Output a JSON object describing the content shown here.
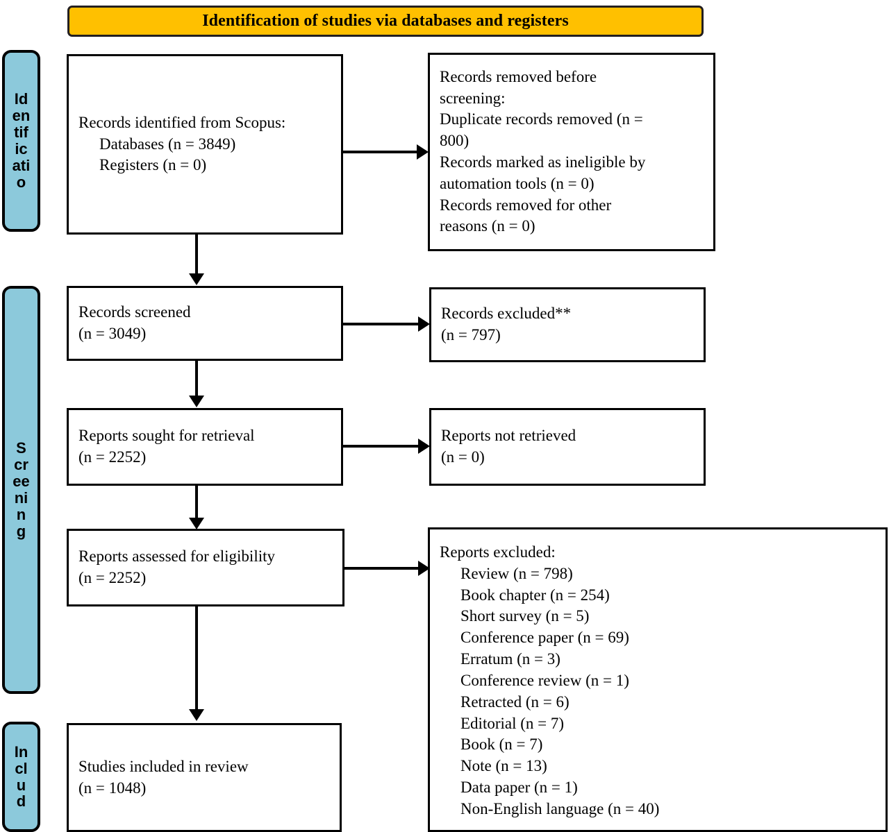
{
  "diagram": {
    "title": "Identification of studies via databases and registers",
    "colors": {
      "banner_fill": "#FFC000",
      "stage_fill": "#8CC9DB",
      "border": "#000000",
      "text": "#000000",
      "background": "#FFFFFF"
    }
  },
  "stages": {
    "identification": "Identificatio",
    "screening": "Screening",
    "included": "Includ"
  },
  "boxes": {
    "identified": {
      "lines": [
        "Records identified from Scopus:",
        "Databases (n = 3849)",
        "Registers (n = 0)"
      ]
    },
    "removed": {
      "lines": [
        "Records removed before",
        "screening:",
        "Duplicate records removed (n =",
        "800)",
        "Records marked as ineligible by",
        "automation tools (n = 0)",
        "Records removed for other",
        "reasons (n = 0)"
      ]
    },
    "screened": {
      "lines": [
        "Records screened",
        "(n = 3049)"
      ]
    },
    "records_excluded": {
      "lines": [
        "Records excluded**",
        "(n = 797)"
      ]
    },
    "sought": {
      "lines": [
        "Reports sought for retrieval",
        "(n = 2252)"
      ]
    },
    "not_retrieved": {
      "lines": [
        "Reports not retrieved",
        "(n = 0)"
      ]
    },
    "assessed": {
      "lines": [
        "Reports assessed for eligibility",
        "(n = 2252)"
      ]
    },
    "reports_excluded": {
      "heading": "Reports excluded:",
      "items": [
        "Review (n = 798)",
        "Book chapter (n = 254)",
        "Short survey (n = 5)",
        "Conference paper (n = 69)",
        "Erratum (n = 3)",
        "Conference review (n = 1)",
        "Retracted (n = 6)",
        "Editorial (n = 7)",
        "Book (n = 7)",
        "Note (n = 13)",
        "Data paper (n = 1)",
        "Non-English language (n = 40)"
      ]
    },
    "included": {
      "lines": [
        "Studies included in review",
        "(n = 1048)"
      ]
    }
  },
  "counts": {
    "databases": 3849,
    "registers": 0,
    "duplicates_removed": 800,
    "ineligible_automation": 0,
    "removed_other": 0,
    "records_screened": 3049,
    "records_excluded": 797,
    "reports_sought": 2252,
    "reports_not_retrieved": 0,
    "reports_assessed": 2252,
    "studies_included": 1048,
    "excluded_breakdown": {
      "review": 798,
      "book_chapter": 254,
      "short_survey": 5,
      "conference_paper": 69,
      "erratum": 3,
      "conference_review": 1,
      "retracted": 6,
      "editorial": 7,
      "book": 7,
      "note": 13,
      "data_paper": 1,
      "non_english_language": 40
    }
  }
}
